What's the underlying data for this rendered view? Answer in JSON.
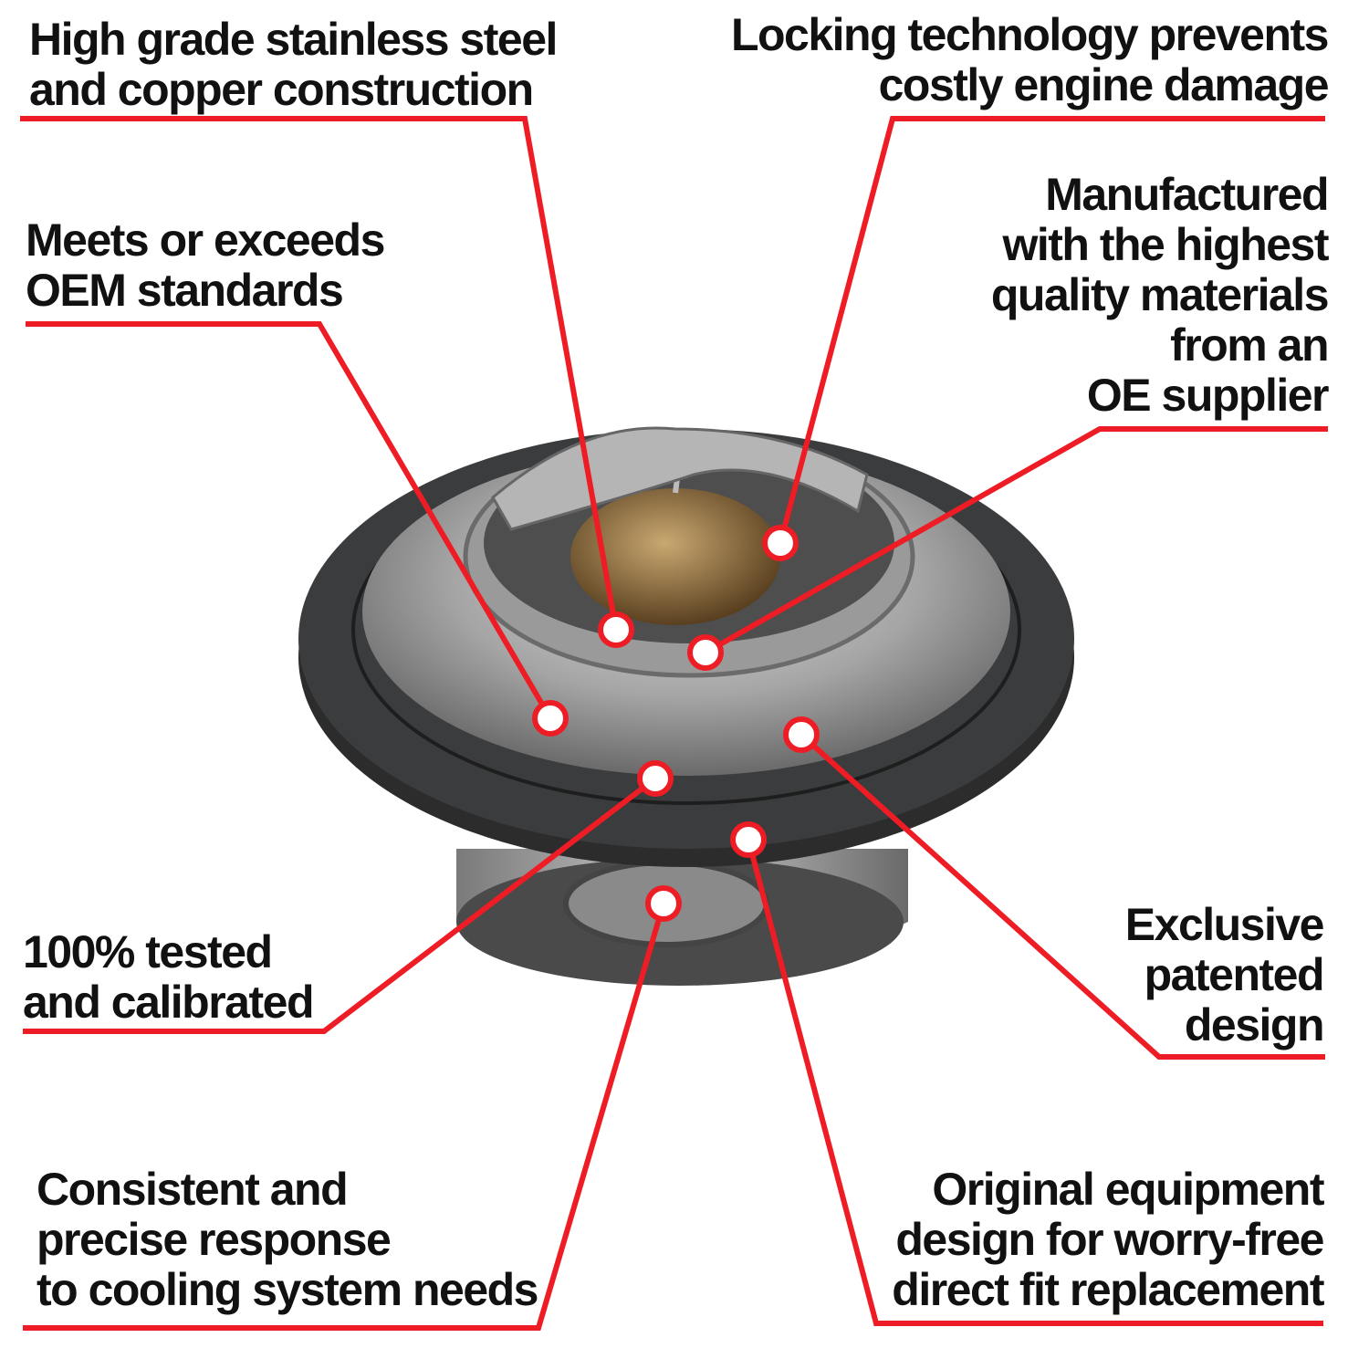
{
  "title": "Thermostat feature callouts",
  "accent_color": "#ee1c24",
  "callouts": [
    {
      "id": "steel",
      "lines": [
        "High grade stainless steel",
        "and copper construction"
      ]
    },
    {
      "id": "locking",
      "lines": [
        "Locking technology prevents",
        "costly engine damage"
      ]
    },
    {
      "id": "materials",
      "lines": [
        "Manufactured",
        "with the highest",
        "quality materials",
        "from an",
        "OE supplier"
      ]
    },
    {
      "id": "oem",
      "lines": [
        "Meets or exceeds",
        "OEM standards"
      ]
    },
    {
      "id": "tested",
      "lines": [
        "100% tested",
        "and calibrated"
      ]
    },
    {
      "id": "patented",
      "lines": [
        "Exclusive",
        "patented",
        "design"
      ]
    },
    {
      "id": "response",
      "lines": [
        "Consistent and",
        "precise response",
        "to cooling system needs"
      ]
    },
    {
      "id": "fit",
      "lines": [
        "Original equipment",
        "design for worry-free",
        "direct fit replacement"
      ]
    }
  ]
}
